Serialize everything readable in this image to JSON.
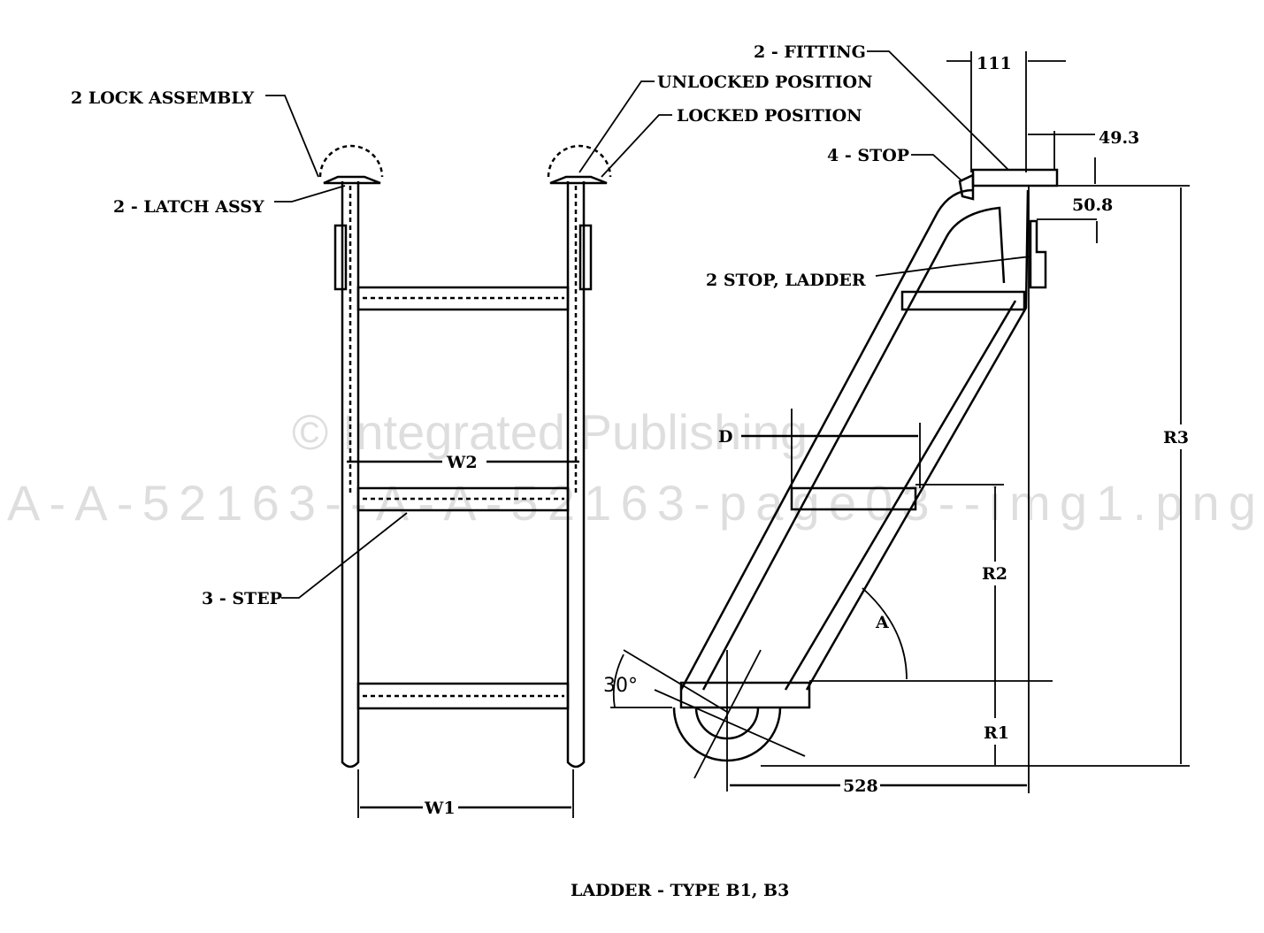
{
  "caption": "LADDER - TYPE B1, B3",
  "labels": {
    "lock_assembly": "2 LOCK ASSEMBLY",
    "latch_assy": "2 - LATCH ASSY",
    "unlocked_position": "UNLOCKED POSITION",
    "locked_position": "LOCKED POSITION",
    "fitting": "2 - FITTING",
    "stop": "4 - STOP",
    "stop_ladder": "2 STOP, LADDER",
    "step": "3 - STEP"
  },
  "dimensions": {
    "w1": "W1",
    "w2": "W2",
    "d": "D",
    "r1": "R1",
    "r2": "R2",
    "r3": "R3",
    "a": "A",
    "angle_30": "30°",
    "d111": "111",
    "d49_3": "49.3",
    "d50_8": "50.8",
    "d528": "528"
  },
  "watermark": {
    "line1": "© Integrated Publishing",
    "line2": "A-A-52163--A-A-52163-page03--img1.png"
  }
}
